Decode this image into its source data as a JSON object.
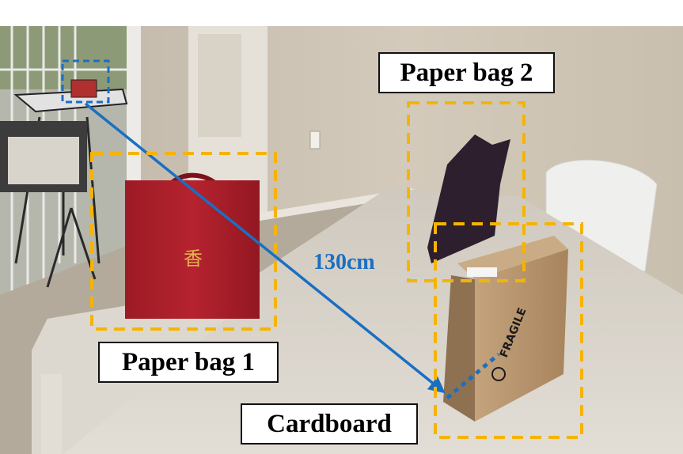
{
  "labels": {
    "paper_bag_1": "Paper bag 1",
    "paper_bag_2": "Paper bag 2",
    "cardboard": "Cardboard"
  },
  "distance_label": "130cm",
  "box_text": "FRAGILE",
  "bag_logo_text": "香",
  "colors": {
    "annotation_box": "#f5b400",
    "arrow": "#1a6fc2",
    "device_box": "#1a6fc2",
    "red_bag": "#b0202c",
    "dark_bag": "#2e1f2e",
    "cardboard_box": "#b08d68",
    "table": "#d7d1c8",
    "wall": "#cfc4b4",
    "carpet": "#b3aa9c"
  }
}
